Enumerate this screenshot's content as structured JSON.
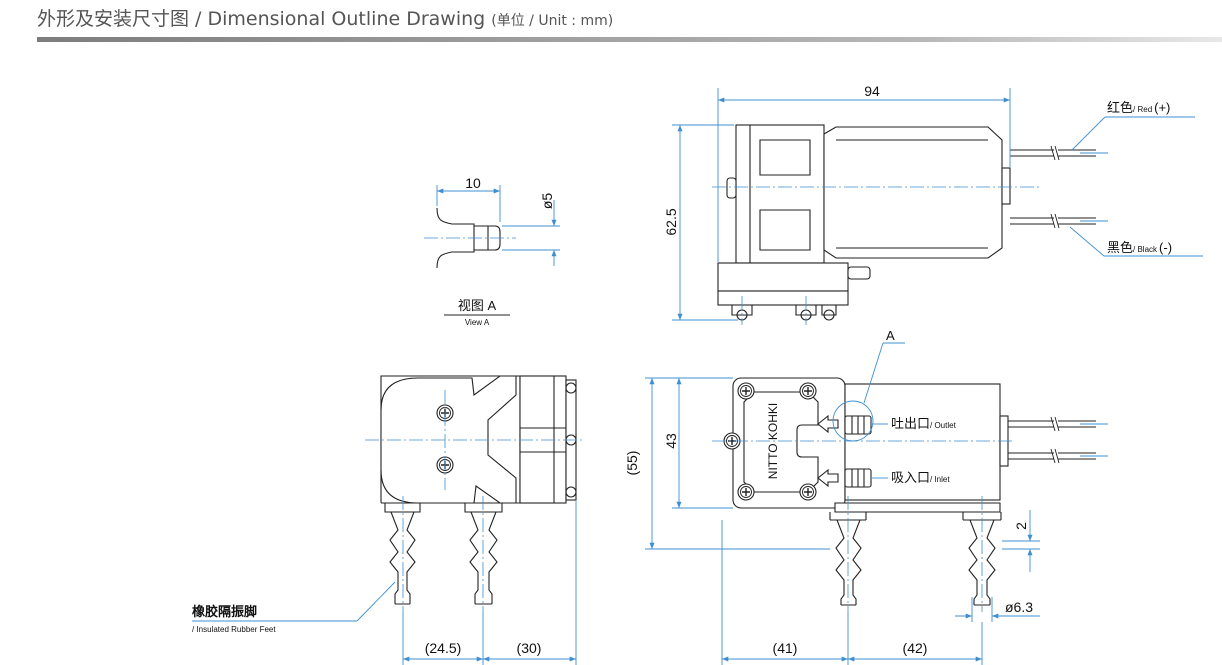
{
  "header": {
    "title_main": "外形及安装尺寸图 / Dimensional Outline Drawing ",
    "title_unit": "(单位 / Unit : mm)"
  },
  "view_a": {
    "label_cn": "视图 A",
    "label_en": "View A",
    "dim_length": "10",
    "dim_diameter": "ø5"
  },
  "top_view": {
    "dim_width": "94",
    "dim_height": "62.5",
    "wire_red_cn": "红色",
    "wire_red_en": "/ Red",
    "wire_red_sign": "(+)",
    "wire_black_cn": "黑色",
    "wire_black_en": "/ Black",
    "wire_black_sign": "(-)"
  },
  "side_view": {
    "dim_left": "(24.5)",
    "dim_right": "(30)",
    "feet_label_cn": "橡胶隔振脚",
    "feet_label_en": "/ Insulated Rubber Feet"
  },
  "front_view": {
    "dim_total_height": "(55)",
    "dim_body_height": "43",
    "dim_foot_gap": "2",
    "dim_foot_diameter": "ø6.3",
    "dim_left": "(41)",
    "dim_right": "(42)",
    "callout_a": "A",
    "brand_text": "NITTO KOHKI",
    "outlet_cn": "吐出口",
    "outlet_en": "/ Outlet",
    "inlet_cn": "吸入口",
    "inlet_en": "/ Inlet"
  }
}
